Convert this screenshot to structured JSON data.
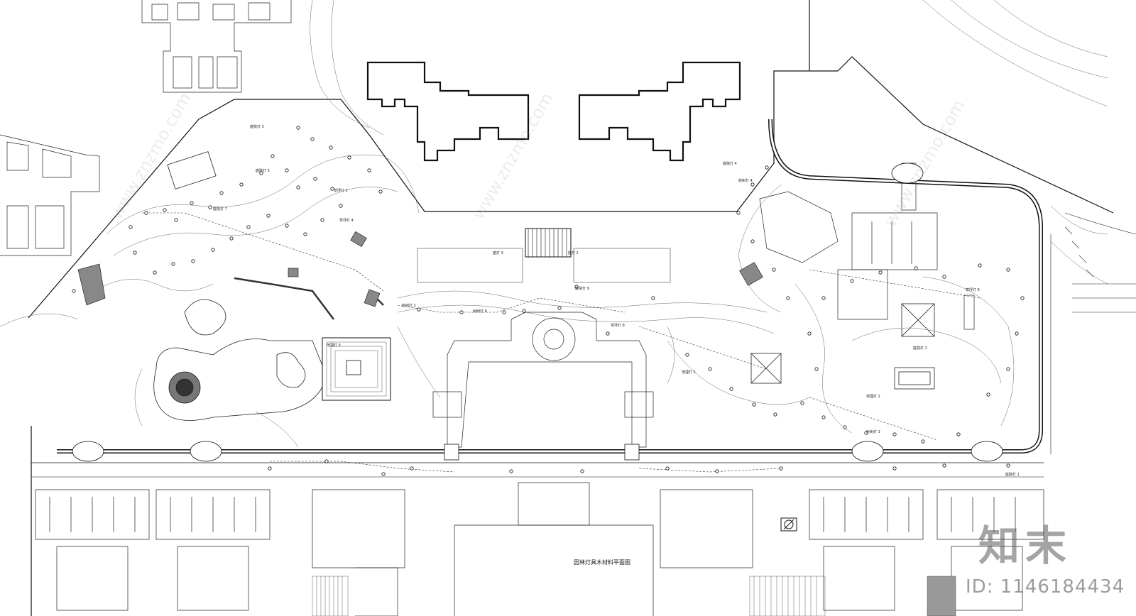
{
  "drawing": {
    "plan_title": "园林灯具木材料平面图",
    "watermark_logo": "知末",
    "watermark_id": "ID: 1146184434",
    "watermark_url": "www.znzmo.com",
    "north_symbol": "north-arrow-icon"
  },
  "labels": [
    {
      "text": "庭院灯 3"
    },
    {
      "text": "庭院灯 5"
    },
    {
      "text": "庭院灯 7"
    },
    {
      "text": "草坪灯 2"
    },
    {
      "text": "草坪灯 4"
    },
    {
      "text": "地埋灯 3"
    },
    {
      "text": "射树灯 2"
    },
    {
      "text": "射树灯 6"
    },
    {
      "text": "壁灯 3"
    },
    {
      "text": "庭院灯 9"
    },
    {
      "text": "草坪灯 8"
    },
    {
      "text": "地埋灯 5"
    },
    {
      "text": "庭院灯 4"
    },
    {
      "text": "射树灯 4"
    },
    {
      "text": "壁灯 2"
    },
    {
      "text": "庭院灯 2"
    },
    {
      "text": "草坪灯 6"
    },
    {
      "text": "地埋灯 2"
    },
    {
      "text": "射树灯 3"
    },
    {
      "text": "庭院灯 1"
    }
  ]
}
